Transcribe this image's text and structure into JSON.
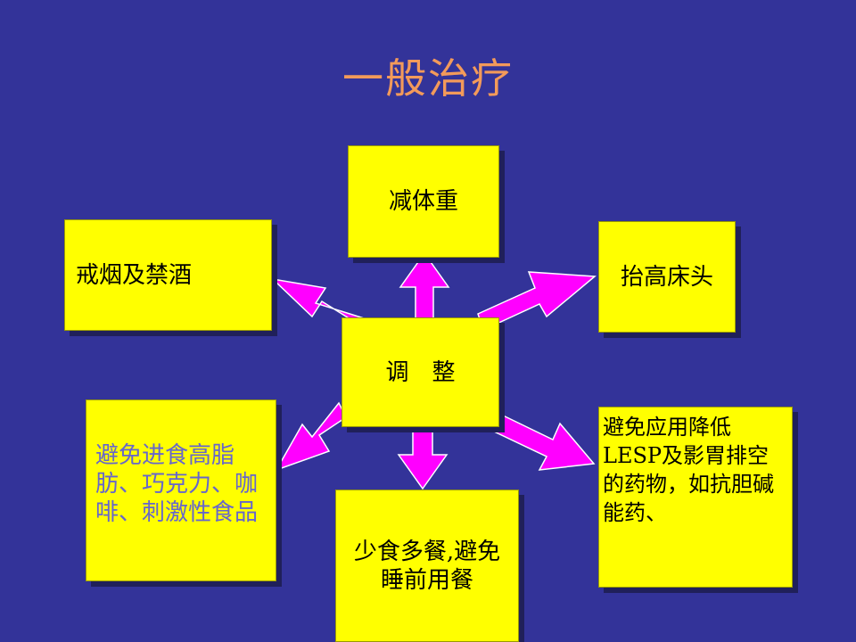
{
  "title": "一般治疗",
  "center": "调　整",
  "nodes": {
    "weight": "减体重",
    "smoking": "戒烟及禁酒",
    "bed_head": "抬高床头",
    "fat_food": "避免进食高脂肪、巧克力、咖啡、刺激性食品",
    "meals": "少食多餐,避免睡前用餐",
    "drugs": "避免应用降低 LESP及影胃排空的药物，如抗胆碱能药、"
  },
  "colors": {
    "background": "#333399",
    "box": "#ffff00",
    "arrow": "#ff00ff",
    "title": "#f39a5a"
  }
}
